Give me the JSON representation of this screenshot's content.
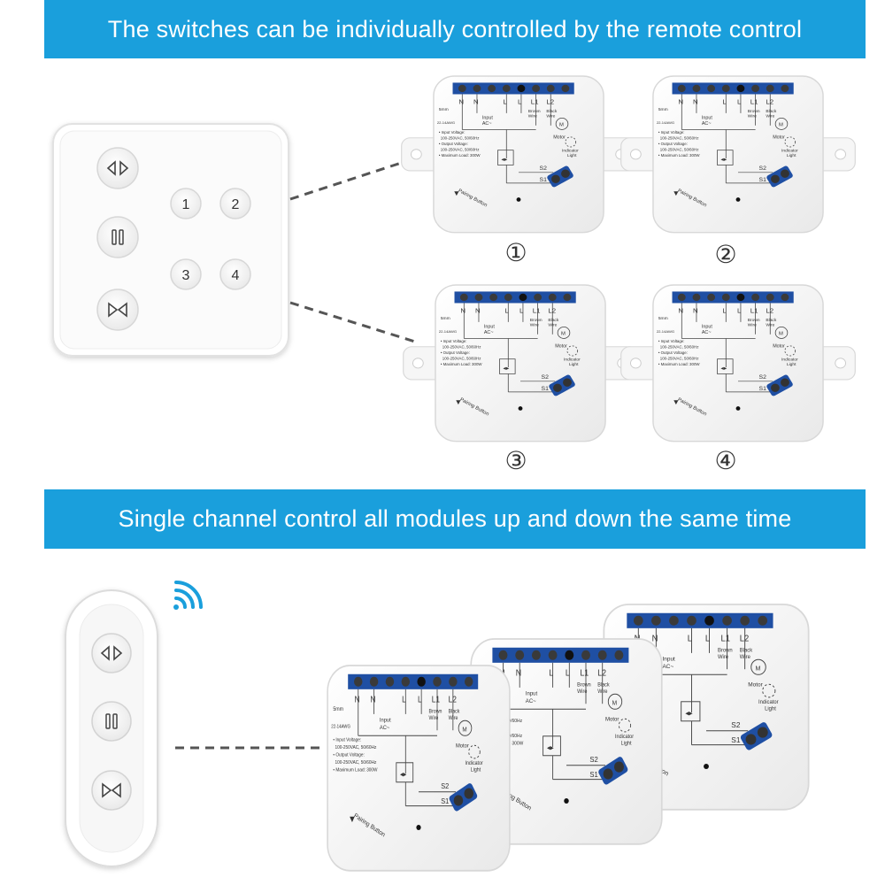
{
  "banners": {
    "top": "The switches can be individually controlled by the remote control",
    "bottom": "Single channel control all modules up and down the same time"
  },
  "wall_remote": {
    "channel_buttons": [
      "1",
      "2",
      "3",
      "4"
    ]
  },
  "modules": {
    "labels": [
      "①",
      "②",
      "③",
      "④"
    ],
    "terminals": [
      "N",
      "N",
      "L",
      "L",
      "L1",
      "L2"
    ],
    "input_label": "Input AC~",
    "brown_wire": "Brown Wire",
    "black_wire": "Black Wire",
    "motor": "Motor",
    "wire_size": "5mm",
    "awg": "22-14AWG",
    "spec_lines": [
      "• Input Voltage:",
      "100-250VAC, 50/60Hz",
      "• Output Voltage:",
      "100-250VAC, 50/60Hz",
      "• Maximum Load: 300W"
    ],
    "indicator": "Indicator Light",
    "s1": "S1",
    "s2": "S2",
    "pairing": "Pairing Button"
  },
  "colors": {
    "accent": "#1a9fdc",
    "terminal_block": "#1f4fa3",
    "module_body": "#f4f4f4"
  },
  "icons": [
    "open-close-icon",
    "pause-icon",
    "close-in-icon",
    "wifi-signal-icon"
  ]
}
